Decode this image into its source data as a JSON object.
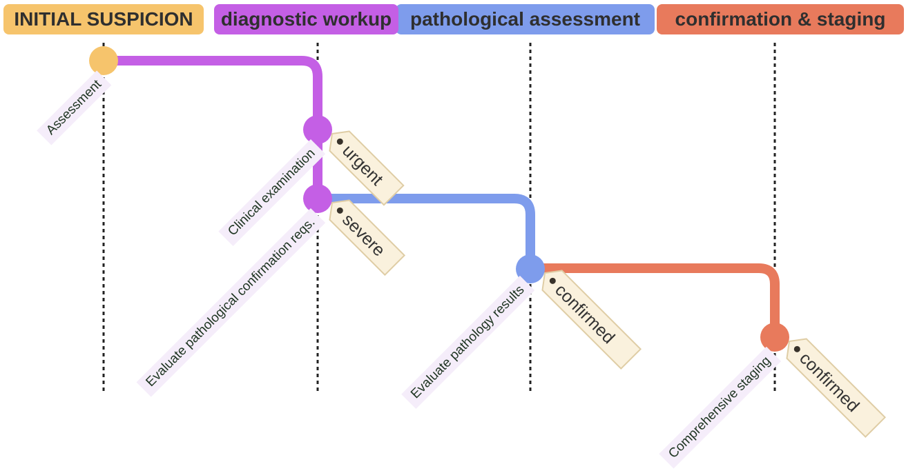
{
  "colors": {
    "c-yellow": "#F6C46C",
    "c-purple": "#C45FE5",
    "c-blue": "#7E9CEC",
    "c-red": "#E87A5C",
    "c-header-text": "#2F2F2F",
    "c-label-bg": "#F5EDFA",
    "c-label-text": "#1F3522",
    "c-tag-bg": "#FAF1DD",
    "c-tag-border": "#DFCDA5",
    "c-tag-text": "#333333",
    "c-tag-hole": "#38322A",
    "c-guideline": "#222222"
  },
  "diagram": {
    "type": "git-graph-timeline",
    "orientation": "top-bottom",
    "branches": [
      {
        "name": "INITIAL SUSPICION",
        "color": "#F6C46C"
      },
      {
        "name": "diagnostic workup",
        "color": "#C45FE5"
      },
      {
        "name": "pathological assessment",
        "color": "#7E9CEC"
      },
      {
        "name": "confirmation & staging",
        "color": "#E87A5C"
      }
    ],
    "commits": [
      {
        "label": "Assessment",
        "branch": "INITIAL SUSPICION",
        "tag": ""
      },
      {
        "label": "Clinical examination",
        "branch": "diagnostic workup",
        "tag": "urgent"
      },
      {
        "label": "Evaluate pathological confirmation reqs.",
        "branch": "diagnostic workup",
        "tag": "severe"
      },
      {
        "label": "Evaluate pathology results",
        "branch": "pathological assessment",
        "tag": "confirmed"
      },
      {
        "label": "Comprehensive staging",
        "branch": "confirmation & staging",
        "tag": "confirmed"
      }
    ]
  }
}
